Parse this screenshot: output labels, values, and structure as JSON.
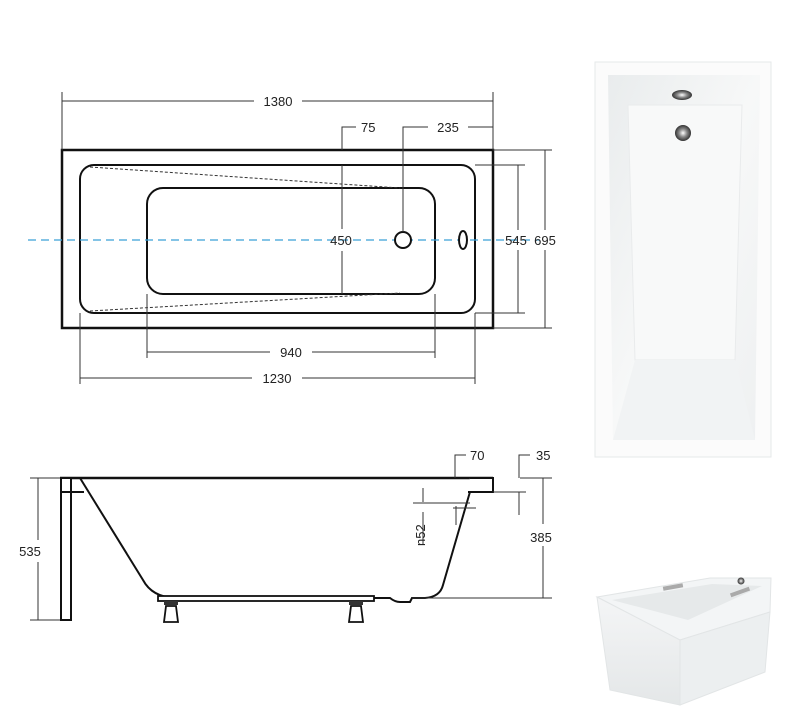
{
  "top_view": {
    "overall_length": "1380",
    "overflow_offset": "75",
    "drain_offset": "235",
    "inner_width": "450",
    "interior_width": "545",
    "overall_width": "695",
    "bottom_length": "940",
    "interior_length": "1230",
    "centerline_color": "#3aa0d8"
  },
  "side_view": {
    "panel_height": "535",
    "rim_width": "70",
    "rim_thickness": "35",
    "depth": "385",
    "drain_diameter": "n52"
  },
  "photos": {
    "top_photo": "bathtub-top-photo",
    "perspective_photo": "bathtub-perspective-photo"
  }
}
